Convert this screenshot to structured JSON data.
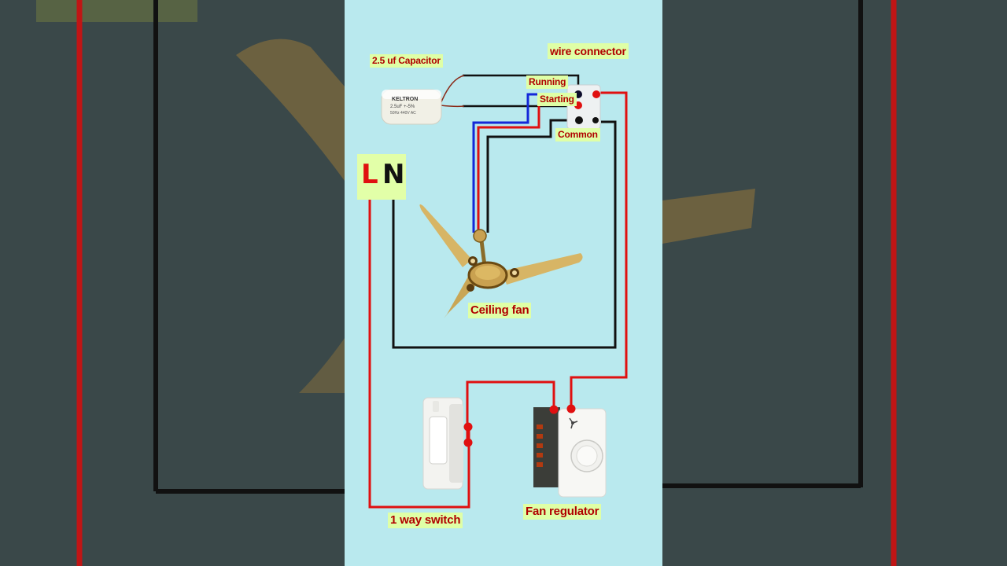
{
  "labels": {
    "capacitor": "2.5 uf Capacitor",
    "wire_connector": "wire connector",
    "running": "Running",
    "starting": "Starting",
    "common": "Common",
    "line": "L",
    "neutral": "N",
    "ceiling_fan": "Ceiling fan",
    "switch": "1 way switch",
    "regulator": "Fan regulator"
  },
  "capacitor_print": {
    "brand": "KELTRON",
    "rating": "2.5uF +-5%",
    "line3": "50Hz 440V AC"
  },
  "colors": {
    "panel_bg": "#b9e9ee",
    "outer_bg": "#3a4849",
    "label_bg": "#dfffa6",
    "label_text": "#b00000",
    "phase_wire": "#e01010",
    "neutral_wire": "#111111",
    "winding_wire": "#1428d8"
  }
}
